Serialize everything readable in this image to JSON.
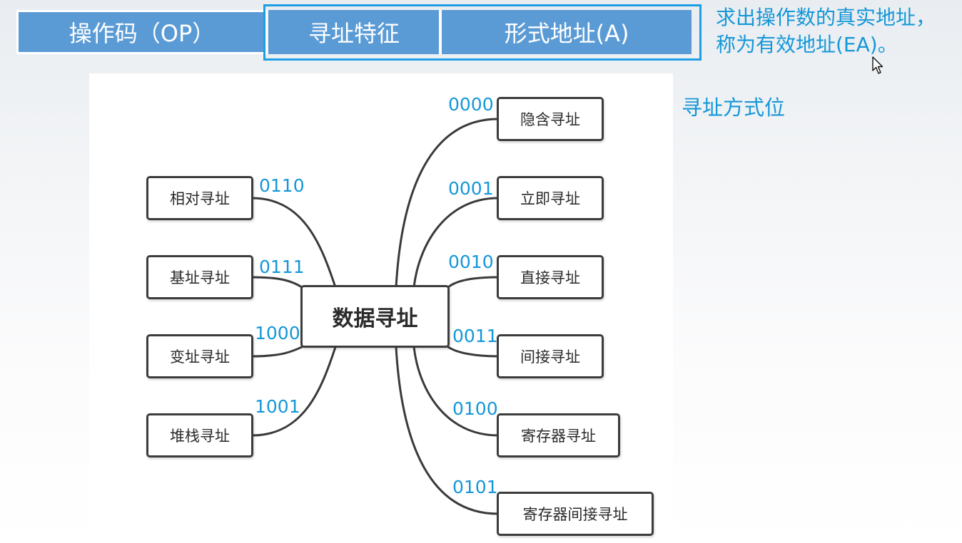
{
  "instruction_format": {
    "opcode_label": "操作码（OP）",
    "mode_label": "寻址特征",
    "address_label": "形式地址(A)"
  },
  "ea_note": {
    "line1": "求出操作数的真实地址，",
    "line2": "称为有效地址(EA)。"
  },
  "mode_bits_label": "寻址方式位",
  "mindmap": {
    "center": "数据寻址",
    "left": [
      {
        "code": "0110",
        "label": "相对寻址"
      },
      {
        "code": "0111",
        "label": "基址寻址"
      },
      {
        "code": "1000",
        "label": "变址寻址"
      },
      {
        "code": "1001",
        "label": "堆栈寻址"
      }
    ],
    "right": [
      {
        "code": "0000",
        "label": "隐含寻址"
      },
      {
        "code": "0001",
        "label": "立即寻址"
      },
      {
        "code": "0010",
        "label": "直接寻址"
      },
      {
        "code": "0011",
        "label": "间接寻址"
      },
      {
        "code": "0100",
        "label": "寄存器寻址"
      },
      {
        "code": "0101",
        "label": "寄存器间接寻址"
      }
    ]
  },
  "colors": {
    "field_fill": "#5b9bd5",
    "accent_blue": "#1597d8",
    "frame_blue": "#1e9ee4",
    "node_border": "#3c3c3c"
  },
  "icons": [
    "mouse-cursor-icon"
  ]
}
